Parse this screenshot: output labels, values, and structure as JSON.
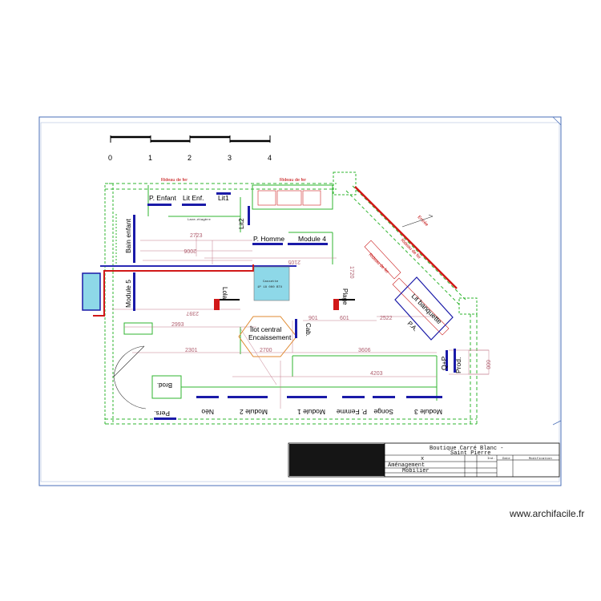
{
  "scale_bar": {
    "ticks": [
      "0",
      "1",
      "2",
      "3",
      "4"
    ]
  },
  "rooms": {
    "p_enfant": "P. Enfant",
    "lit_enf": "Lit Enf.",
    "lit1": "Lit1",
    "lit2": "Lit2",
    "bain_enfant": "Bain enfant",
    "module5": "Module 5",
    "p_homme": "P. Homme",
    "module4": "Module 4",
    "cassette": "Cassette",
    "cassette_sub": "1P 18 000 BTU",
    "lola": "Lola",
    "plage": "Plage",
    "lit_banquette": "Lit banquette",
    "pa": "P.A.",
    "ilot_line1": "Îlot central",
    "ilot_line2": "Encaissement",
    "cab": "Cab.",
    "qp": "Q+P",
    "prod": "Prod.",
    "brod": "Brod.",
    "pers": "Pers.",
    "neo": "Néo",
    "module2": "Module 2",
    "module1": "Module 1",
    "p_femme": "P. Femme",
    "songe": "Songe",
    "module3": "Module 3",
    "rideau_left": "Rideau de fer",
    "rideau_right": "Rideau de fer",
    "rideau_diag1": "Rideau de fer",
    "rideau_diag2": "Rideau de fer",
    "entree": "Entrée",
    "sous_etagere": "Lave-étagère"
  },
  "dimensions": {
    "d2723": "2723",
    "d2006": "2006",
    "d2105": "2105",
    "d1720": "1720",
    "d2397": "2397",
    "d2993": "2993",
    "d901": "901",
    "d601": "601",
    "d2301": "2301",
    "d2700": "2700",
    "d3606": "3606",
    "d4203": "4203",
    "d2522": "2522",
    "d600": "600"
  },
  "title_block": {
    "title_line1": "Boutique Carré Blanc -",
    "title_line2": "Saint Pierre",
    "x": "x",
    "sub1": "Aménagement",
    "sub2": "Mobilier",
    "col_ind": "Ind.",
    "col_date": "Date",
    "col_modif": "Modification"
  },
  "credit": "www.archifacile.fr",
  "colors": {
    "wall_green": "#2fb52f",
    "module_blue": "#1a1aa8",
    "pipe_red": "#d11818",
    "cassette_cyan": "#8ed8e8",
    "dim_pink": "#b06070",
    "frame_blue": "#4a6fb8"
  }
}
